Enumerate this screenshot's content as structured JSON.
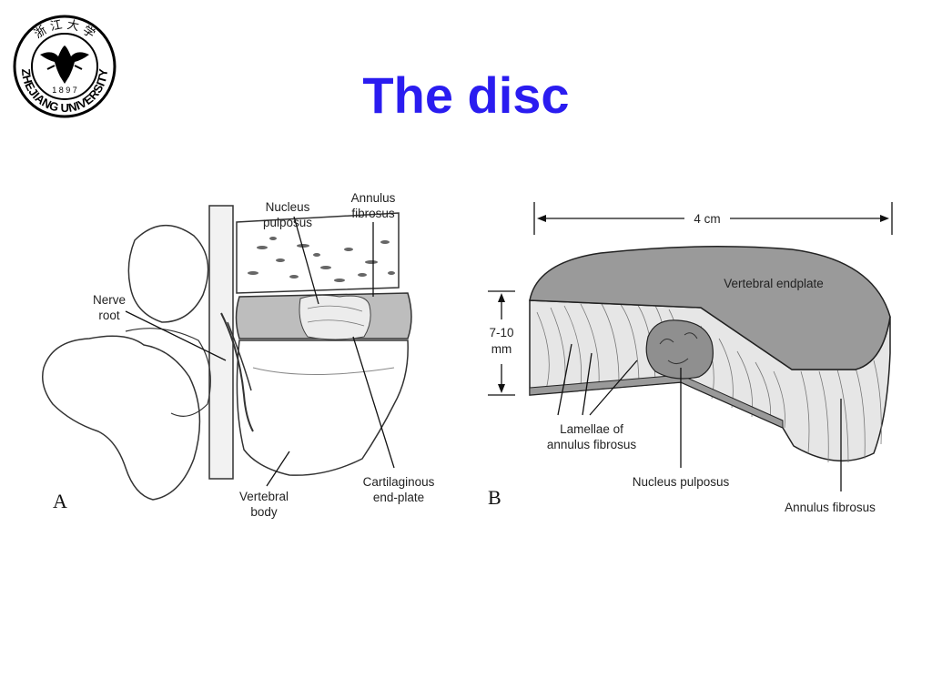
{
  "slide": {
    "title": "The disc",
    "title_color": "#2a1cf0",
    "logo": {
      "icon": "zhejiang-university-seal-icon",
      "text": "ZHEJIANG UNIVERSITY",
      "year": "1 8 9 7",
      "chinese": "浙 江 大 学"
    }
  },
  "figure_a": {
    "panel_label": "A",
    "labels": {
      "nucleus_1": "Nucleus",
      "nucleus_2": "pulposus",
      "annulus_1": "Annulus",
      "annulus_2": "fibrosus",
      "nerve_1": "Nerve",
      "nerve_2": "root",
      "cart_1": "Cartilaginous",
      "cart_2": "end-plate",
      "vert_1": "Vertebral",
      "vert_2": "body"
    }
  },
  "figure_b": {
    "panel_label": "B",
    "labels": {
      "width": "4 cm",
      "height_1": "7-10",
      "height_2": "mm",
      "endplate": "Vertebral endplate",
      "lamellae_1": "Lamellae of",
      "lamellae_2": "annulus fibrosus",
      "nucleus": "Nucleus pulposus",
      "annulus": "Annulus fibrosus"
    }
  }
}
